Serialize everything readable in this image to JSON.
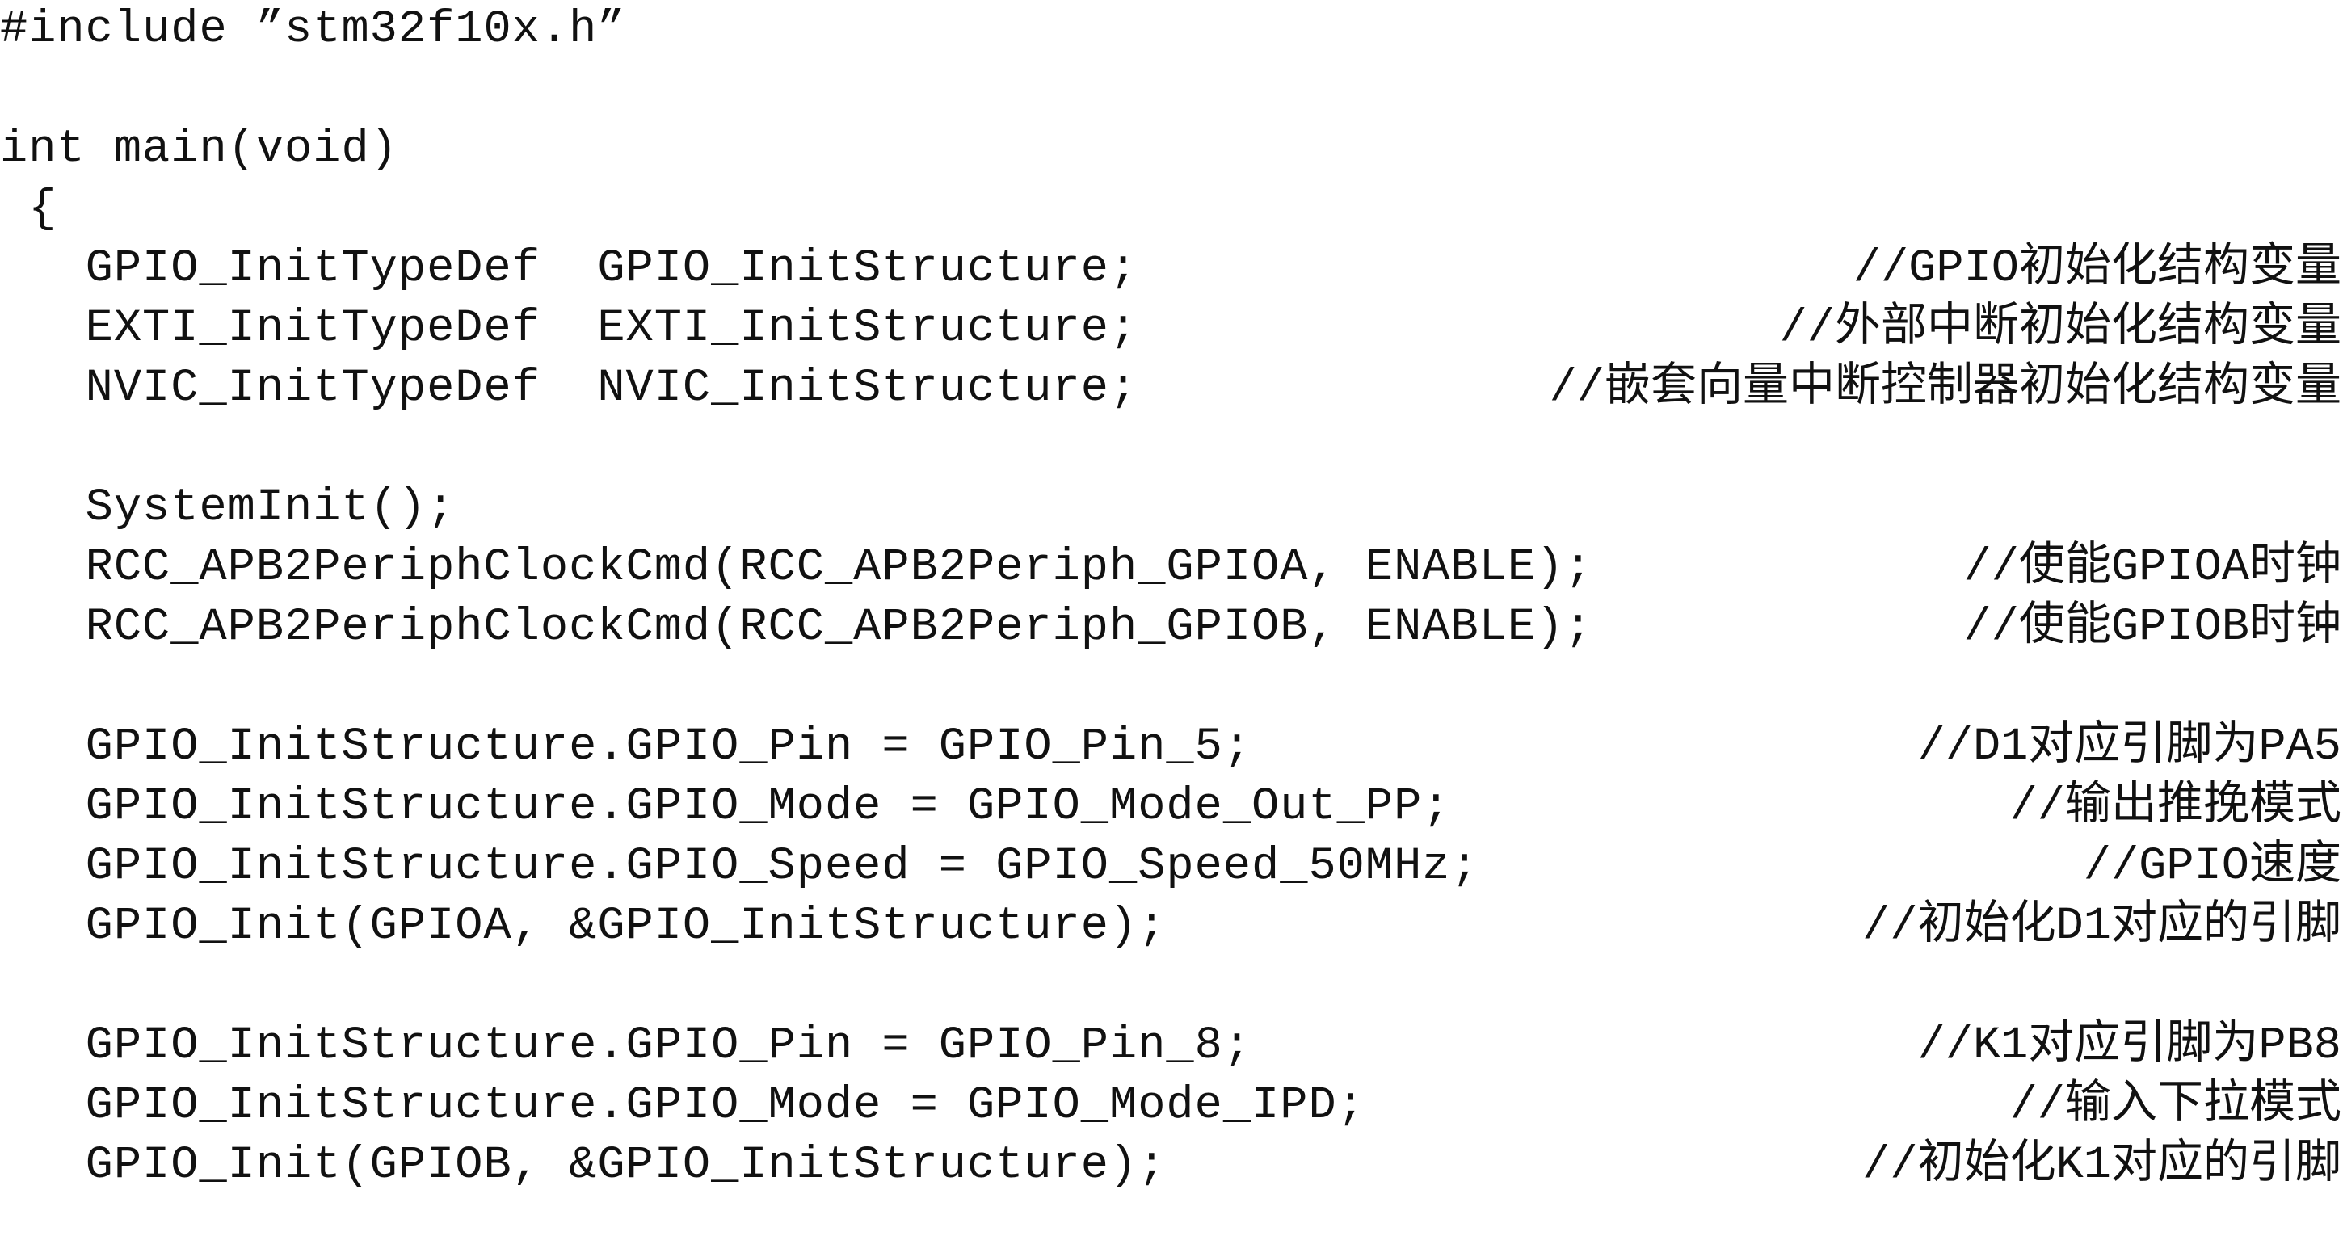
{
  "code": {
    "include": "#include ”stm32f10x.h”",
    "main_sig": "int main(void)",
    "open_brace": " {",
    "gpio_def": "   GPIO_InitTypeDef  GPIO_InitStructure;",
    "gpio_def_comment": "//GPIO初始化结构变量",
    "exti_def": "   EXTI_InitTypeDef  EXTI_InitStructure;",
    "exti_def_comment": "//外部中断初始化结构变量",
    "nvic_def": "   NVIC_InitTypeDef  NVIC_InitStructure;",
    "nvic_def_comment": "//嵌套向量中断控制器初始化结构变量",
    "system_init": "   SystemInit();",
    "rcc_gpioa": "   RCC_APB2PeriphClockCmd(RCC_APB2Periph_GPIOA, ENABLE);",
    "rcc_gpioa_comment": "//使能GPIOA时钟",
    "rcc_gpiob": "   RCC_APB2PeriphClockCmd(RCC_APB2Periph_GPIOB, ENABLE);",
    "rcc_gpiob_comment": "//使能GPIOB时钟",
    "pin5": "   GPIO_InitStructure.GPIO_Pin = GPIO_Pin_5;",
    "pin5_comment": "//D1对应引脚为PA5",
    "mode_out_pp": "   GPIO_InitStructure.GPIO_Mode = GPIO_Mode_Out_PP;",
    "mode_out_pp_comment": "//输出推挽模式",
    "speed_50": "   GPIO_InitStructure.GPIO_Speed = GPIO_Speed_50MHz;",
    "speed_50_comment": "//GPIO速度",
    "init_gpioa": "   GPIO_Init(GPIOA, &GPIO_InitStructure);",
    "init_gpioa_comment": "//初始化D1对应的引脚",
    "pin8": "   GPIO_InitStructure.GPIO_Pin = GPIO_Pin_8;",
    "pin8_comment": "//K1对应引脚为PB8",
    "mode_ipd": "   GPIO_InitStructure.GPIO_Mode = GPIO_Mode_IPD;",
    "mode_ipd_comment": "//输入下拉模式",
    "init_gpiob": "   GPIO_Init(GPIOB, &GPIO_InitStructure);",
    "init_gpiob_comment": "//初始化K1对应的引脚"
  }
}
